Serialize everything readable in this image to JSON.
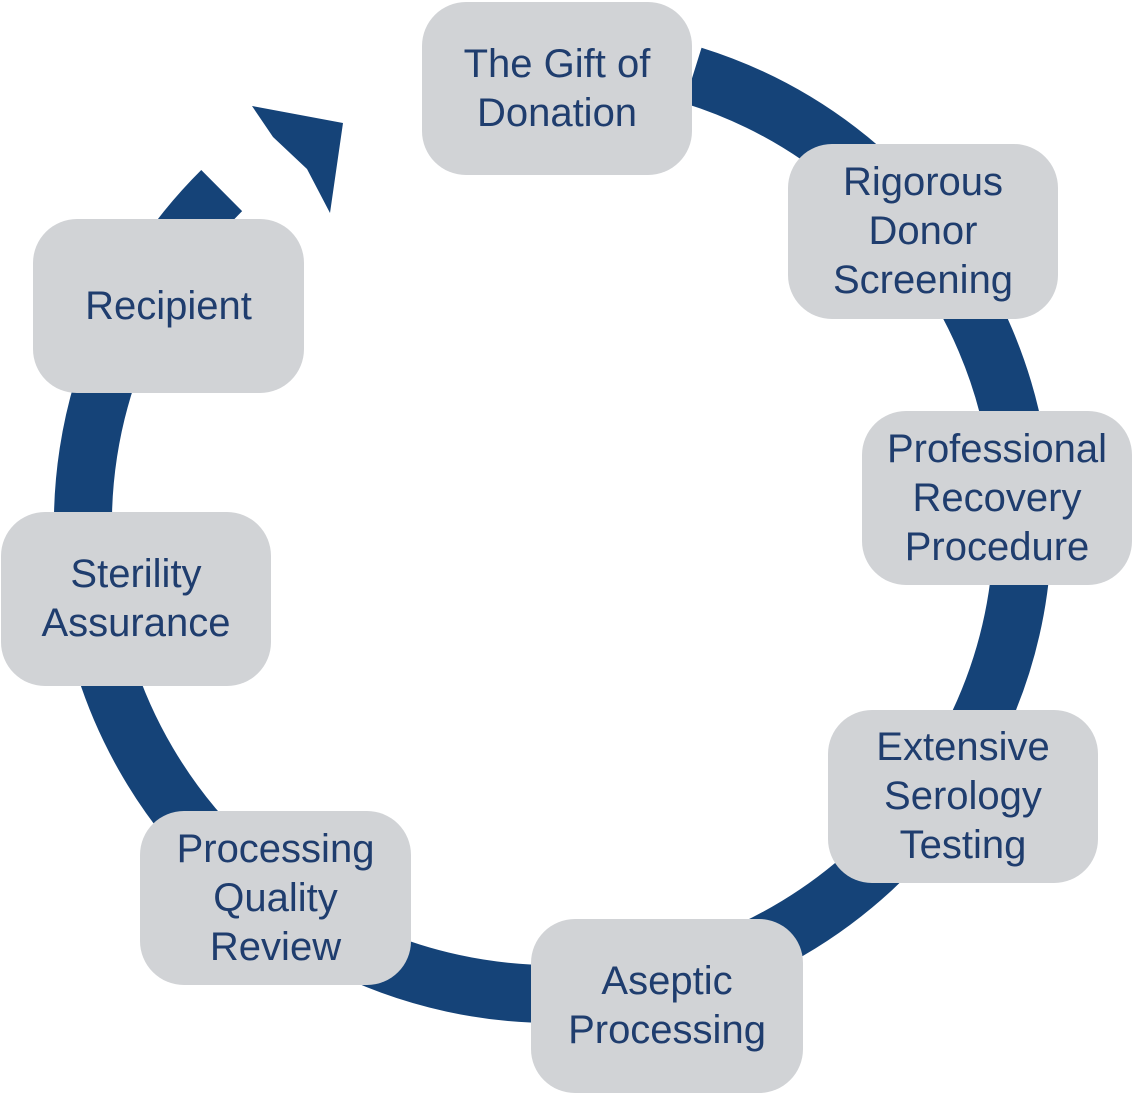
{
  "diagram": {
    "colors": {
      "ring": "#154378",
      "box_fill": "#d1d3d6",
      "text": "#1f3d6e",
      "background": "#ffffff"
    },
    "flow_direction": "clockwise",
    "steps": [
      {
        "label": "The Gift of\nDonation"
      },
      {
        "label": "Rigorous\nDonor\nScreening"
      },
      {
        "label": "Professional\nRecovery\nProcedure"
      },
      {
        "label": "Extensive\nSerology\nTesting"
      },
      {
        "label": "Aseptic\nProcessing"
      },
      {
        "label": "Processing\nQuality\nReview"
      },
      {
        "label": "Sterility\nAssurance"
      },
      {
        "label": "Recipient"
      }
    ]
  }
}
